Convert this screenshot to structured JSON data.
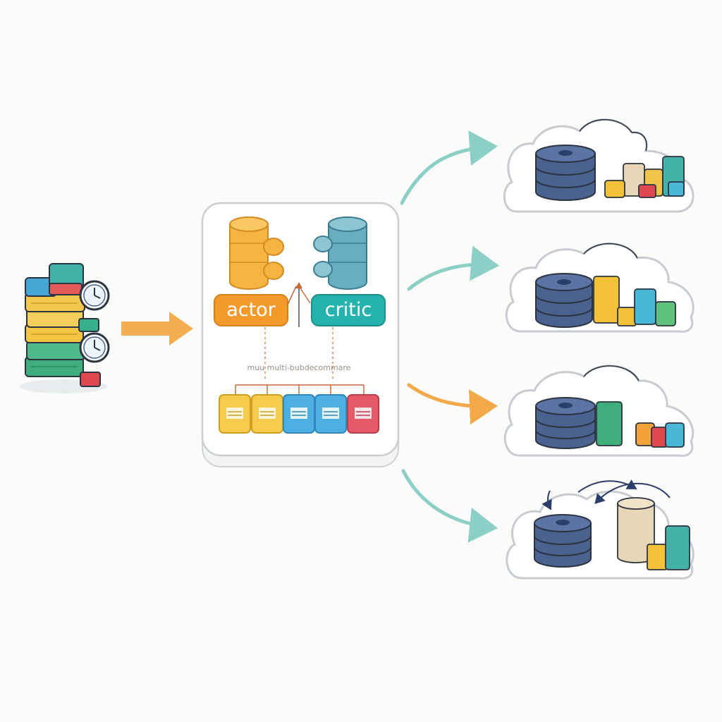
{
  "labels": {
    "actor": "actor",
    "critic": "critic",
    "bus_caption": "muu multi-bubdecommare"
  },
  "colors": {
    "actor": "#f39a2c",
    "critic": "#27b3ad",
    "arrow_teal": "#8ccfc6",
    "arrow_orange": "#f4a949",
    "disk": "#4a6290",
    "outline": "#2c3442"
  }
}
